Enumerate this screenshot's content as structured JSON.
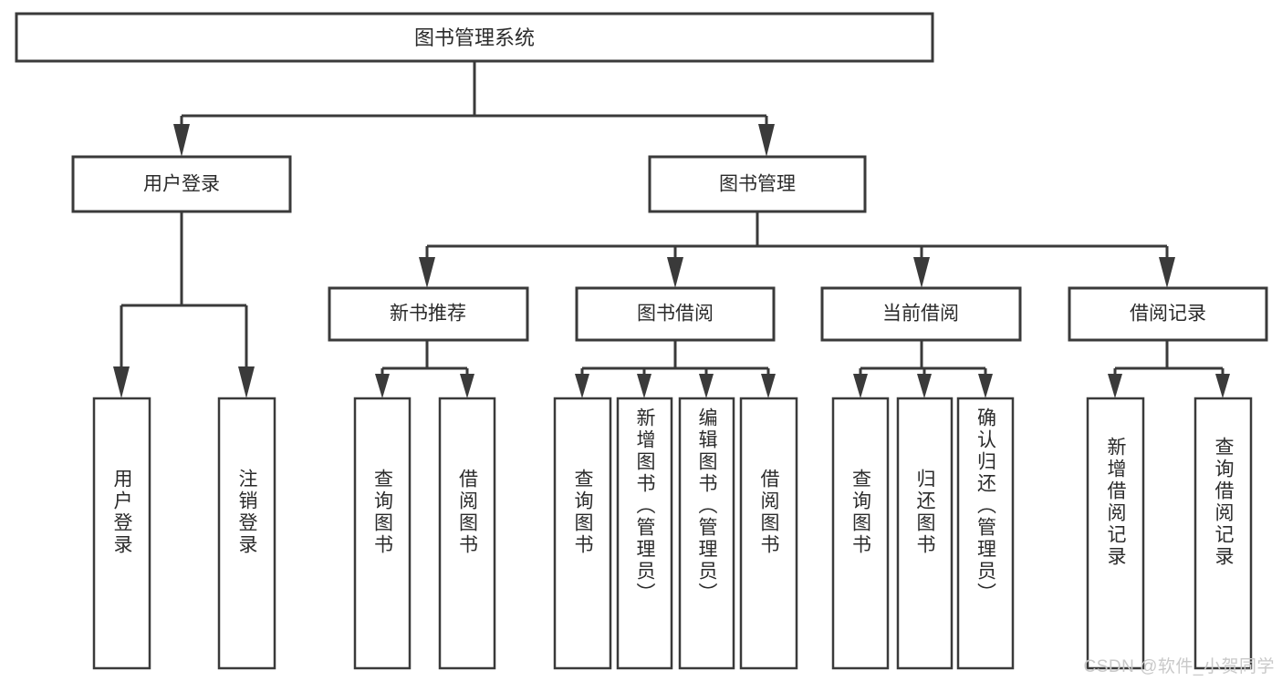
{
  "diagram": {
    "type": "tree-hierarchy-chart",
    "title": "图书管理系统",
    "background_color": "#ffffff",
    "box_border_color": "#3a3a3a",
    "text_color": "#2b2b2b",
    "connector_color": "#3a3a3a",
    "root": {
      "id": "root",
      "label": "图书管理系统",
      "orientation": "horizontal"
    },
    "level2": [
      {
        "id": "user-login",
        "label": "用户登录",
        "orientation": "horizontal"
      },
      {
        "id": "book-manage",
        "label": "图书管理",
        "orientation": "horizontal"
      }
    ],
    "level3": [
      {
        "id": "new-book-recommend",
        "label": "新书推荐",
        "orientation": "horizontal",
        "parent": "book-manage"
      },
      {
        "id": "book-borrow",
        "label": "图书借阅",
        "orientation": "horizontal",
        "parent": "book-manage"
      },
      {
        "id": "current-borrow",
        "label": "当前借阅",
        "orientation": "horizontal",
        "parent": "book-manage"
      },
      {
        "id": "borrow-record",
        "label": "借阅记录",
        "orientation": "horizontal",
        "parent": "book-manage"
      }
    ],
    "leaves": [
      {
        "id": "leaf-user-login",
        "label": "用户登录",
        "parent": "user-login",
        "orientation": "vertical"
      },
      {
        "id": "leaf-logout",
        "label": "注销登录",
        "parent": "user-login",
        "orientation": "vertical"
      },
      {
        "id": "leaf-query-book-1",
        "label": "查询图书",
        "parent": "new-book-recommend",
        "orientation": "vertical"
      },
      {
        "id": "leaf-borrow-book-1",
        "label": "借阅图书",
        "parent": "new-book-recommend",
        "orientation": "vertical"
      },
      {
        "id": "leaf-query-book-2",
        "label": "查询图书",
        "parent": "book-borrow",
        "orientation": "vertical"
      },
      {
        "id": "leaf-add-book",
        "label": "新增图书（管理员）",
        "parent": "book-borrow",
        "orientation": "vertical"
      },
      {
        "id": "leaf-edit-book",
        "label": "编辑图书（管理员）",
        "parent": "book-borrow",
        "orientation": "vertical"
      },
      {
        "id": "leaf-borrow-book-2",
        "label": "借阅图书",
        "parent": "book-borrow",
        "orientation": "vertical"
      },
      {
        "id": "leaf-query-book-3",
        "label": "查询图书",
        "parent": "current-borrow",
        "orientation": "vertical"
      },
      {
        "id": "leaf-return-book",
        "label": "归还图书",
        "parent": "current-borrow",
        "orientation": "vertical"
      },
      {
        "id": "leaf-confirm-return",
        "label": "确认归还（管理员）",
        "parent": "current-borrow",
        "orientation": "vertical"
      },
      {
        "id": "leaf-add-record",
        "label": "新增借阅记录",
        "parent": "borrow-record",
        "orientation": "vertical"
      },
      {
        "id": "leaf-query-record",
        "label": "查询借阅记录",
        "parent": "borrow-record",
        "orientation": "vertical"
      }
    ]
  },
  "watermark": {
    "text": "CSDN @软件_小贺同学",
    "color": "#c9c9c9"
  }
}
